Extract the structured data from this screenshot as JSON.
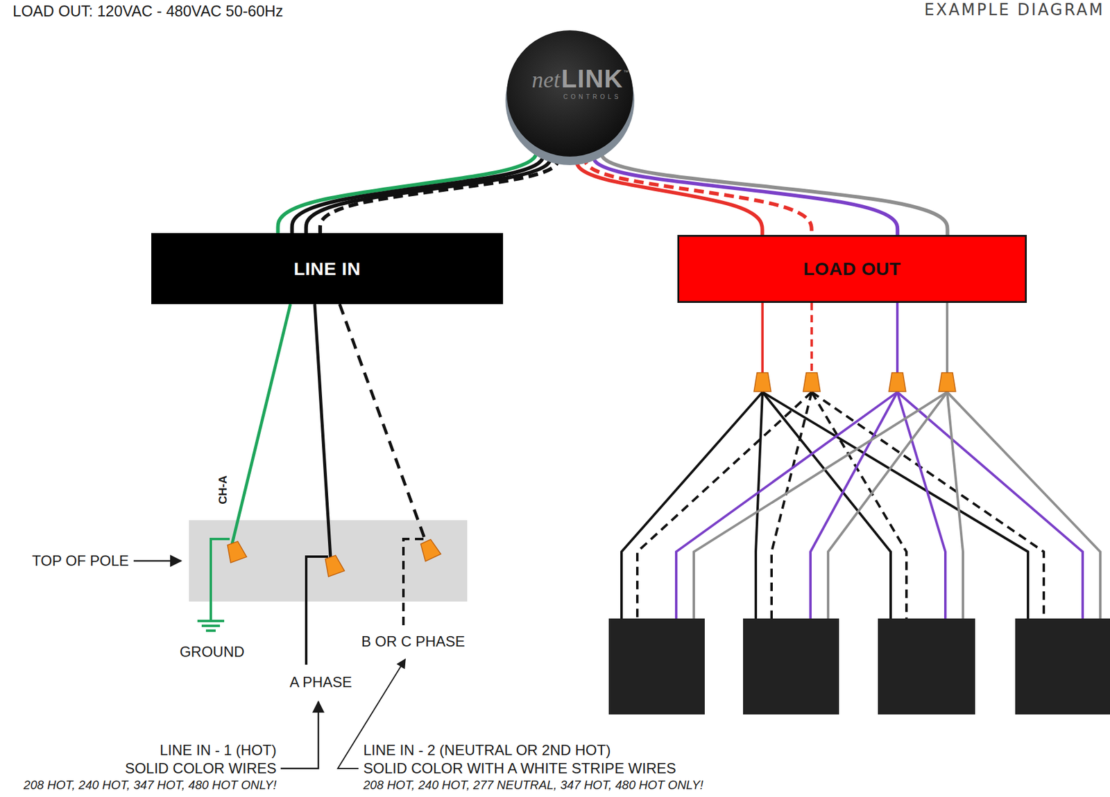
{
  "diagram": {
    "nodes": [
      {
        "text": [
          "net",
          "LINK",
          "™",
          "CONTROLS"
        ]
      },
      {
        "text": [
          "LINE IN"
        ]
      },
      {
        "text": [
          "LOAD OUT"
        ]
      }
    ],
    "edges": [
      {
        "from": 0,
        "to": 1,
        "arrow": "none"
      },
      {
        "from": 0,
        "to": 2,
        "arrow": "none"
      }
    ],
    "labels": [
      "LOAD OUT: 120VAC - 480VAC 50-60Hz",
      "EXAMPLE DIAGRAM",
      "CH-A",
      "TOP OF POLE",
      "GROUND",
      "B OR C PHASE",
      "A PHASE",
      "LINE IN - 1 (HOT)",
      "SOLID COLOR WIRES",
      "208 HOT, 240 HOT, 347 HOT, 480 HOT ONLY!",
      "LINE IN - 2 (NEUTRAL OR 2ND HOT)",
      "SOLID COLOR WITH A WHITE STRIPE WIRES",
      "208 HOT, 240 HOT, 277 NEUTRAL, 347 HOT, 480 HOT ONLY!"
    ]
  }
}
